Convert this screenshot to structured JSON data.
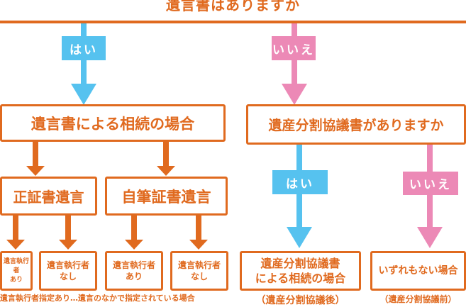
{
  "colors": {
    "accent": "#e06a1f",
    "yes": "#56c2ef",
    "no": "#ec89b6"
  },
  "question": "遺言書はありますか",
  "branch_yes_label": "はい",
  "branch_no_label": "いいえ",
  "yes_branch": {
    "box_label": "遺言書による相続の場合",
    "types": [
      {
        "label": "正証書遺言",
        "children": [
          "遺言執行者\nあり",
          "遺言執行者\nなし"
        ]
      },
      {
        "label": "自筆証書遺言",
        "children": [
          "遺言執行者\nあり",
          "遺言執行者\nなし"
        ]
      }
    ],
    "footnote": "遺言執行者指定あり…遺言のなかで指定されている場合"
  },
  "no_branch": {
    "question": "遺産分割協議書がありますか",
    "yes_label": "はい",
    "no_label": "いいえ",
    "yes_result": "遺産分割協議書\nによる相続の場合",
    "yes_note": "（遺産分割協議後）",
    "no_result": "いずれもない場合",
    "no_note": "（遺産分割協議前）"
  }
}
